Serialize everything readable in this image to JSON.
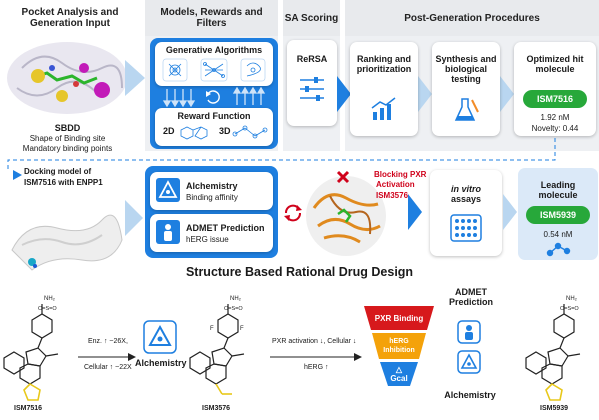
{
  "headers": {
    "pocket": "Pocket Analysis and Generation Input",
    "models": "Models, Rewards and Filters",
    "sa": "SA Scoring",
    "post": "Post-Generation Procedures"
  },
  "sbdd": {
    "title": "SBDD",
    "line1": "Shape of Binding site",
    "line2": "Mandatory binding points"
  },
  "generative": {
    "title": "Generative Algorithms"
  },
  "reward": {
    "title": "Reward Function",
    "label_2d": "2D",
    "label_3d": "3D"
  },
  "rersa": {
    "title": "ReRSA"
  },
  "ranking": {
    "title": "Ranking and prioritization"
  },
  "synthesis": {
    "title": "Synthesis and biological testing"
  },
  "hit": {
    "title": "Optimized hit molecule",
    "name": "ISM7516",
    "potency": "1.92 nM",
    "novelty": "Novelty: 0.44"
  },
  "docking": {
    "text": "Docking model of ISM7516 with ENPP1"
  },
  "alchemistry_card": {
    "title": "Alchemistry",
    "subtitle": "Binding affinity"
  },
  "admet_card": {
    "title": "ADMET Prediction",
    "subtitle": "hERG issue"
  },
  "pxr": {
    "line1": "Blocking PXR",
    "line2": "Activation",
    "compound": "ISM3576"
  },
  "invitro": {
    "italic": "in vitro",
    "rest": "assays"
  },
  "lead": {
    "title": "Leading molecule",
    "name": "ISM5939",
    "potency": "0.54 nM"
  },
  "main_title": "Structure Based Rational Drug Design",
  "bottom": {
    "arrow1_line1": "Enz. ↑ ~26X,",
    "arrow1_line2": "Cellular ↑ ~22X",
    "alchemistry": "Alchemistry",
    "arrow2_line1": "PXR activation ↓, Cellular ↓",
    "arrow2_line2": "hERG ↑",
    "funnel_pxr": "PXR Binding",
    "funnel_herg": "hERG Inhibition",
    "funnel_gcal": "△ Gcal",
    "admet_title": "ADMET Prediction",
    "alchemistry2": "Alchemistry",
    "mol1": "ISM7516",
    "mol2": "ISM3576",
    "mol3": "ISM5939",
    "nh2": "NH₂",
    "so2": "O=S=O",
    "f": "F"
  },
  "colors": {
    "blue_panel": "#1e7fe0",
    "green_pill": "#27a83a",
    "red_text": "#d0021b",
    "funnel_red": "#d7191c",
    "funnel_orange": "#f4a20a",
    "funnel_blue": "#1e7fe0",
    "arrow_light": "#b9d6f0"
  },
  "icons": [
    "refresh-icon",
    "alchemistry-triangle-icon",
    "person-icon",
    "flask-icon",
    "chart-icon",
    "slider-icon",
    "plate-icon",
    "x-mark-icon"
  ]
}
